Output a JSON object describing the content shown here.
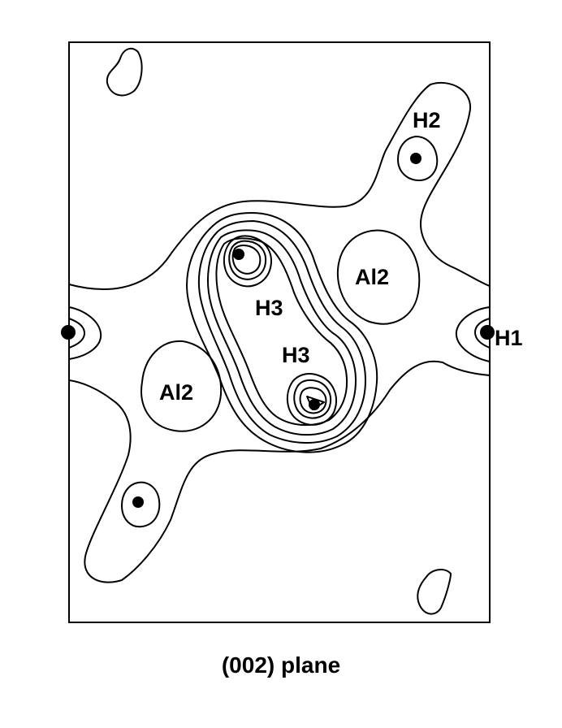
{
  "caption": "(002) plane",
  "atoms": {
    "h1": "H1",
    "h2": "H2",
    "h3_upper": "H3",
    "h3_lower": "H3",
    "al2_right": "Al2",
    "al2_left": "Al2"
  },
  "colors": {
    "line": "#000000",
    "background": "#ffffff"
  }
}
